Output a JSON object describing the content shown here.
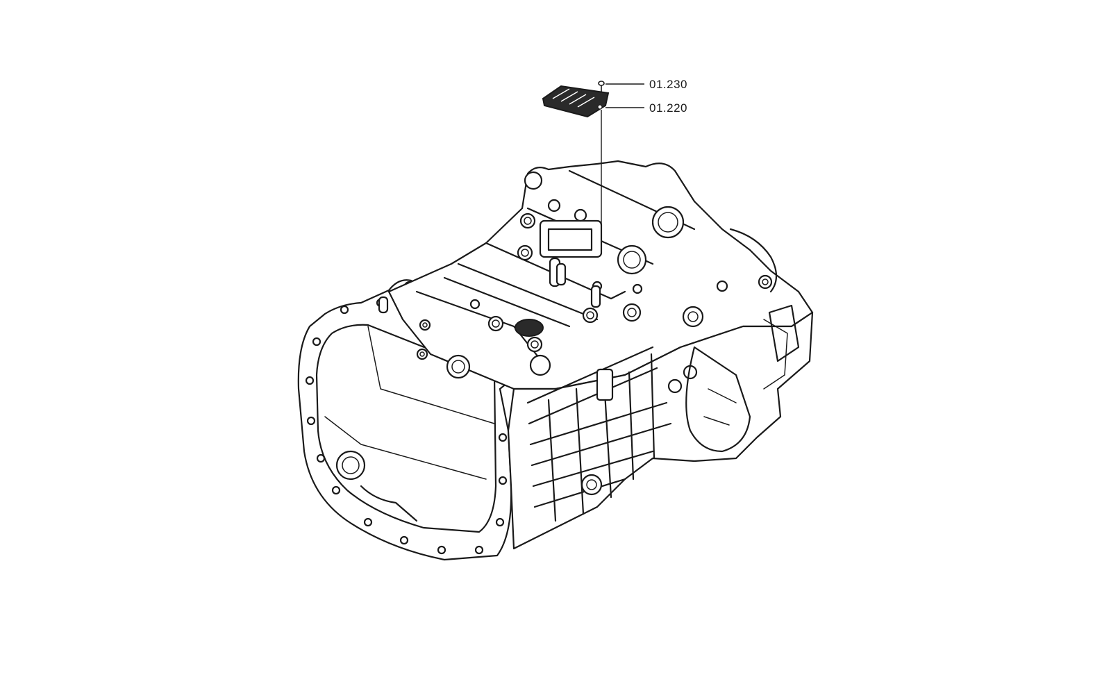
{
  "callouts": [
    {
      "id": "bolt",
      "label": "01.230",
      "part": "screw"
    },
    {
      "id": "plate",
      "label": "01.220",
      "part": "type-plate"
    }
  ],
  "colors": {
    "background": "#ffffff",
    "line": "#1a1a1a"
  }
}
